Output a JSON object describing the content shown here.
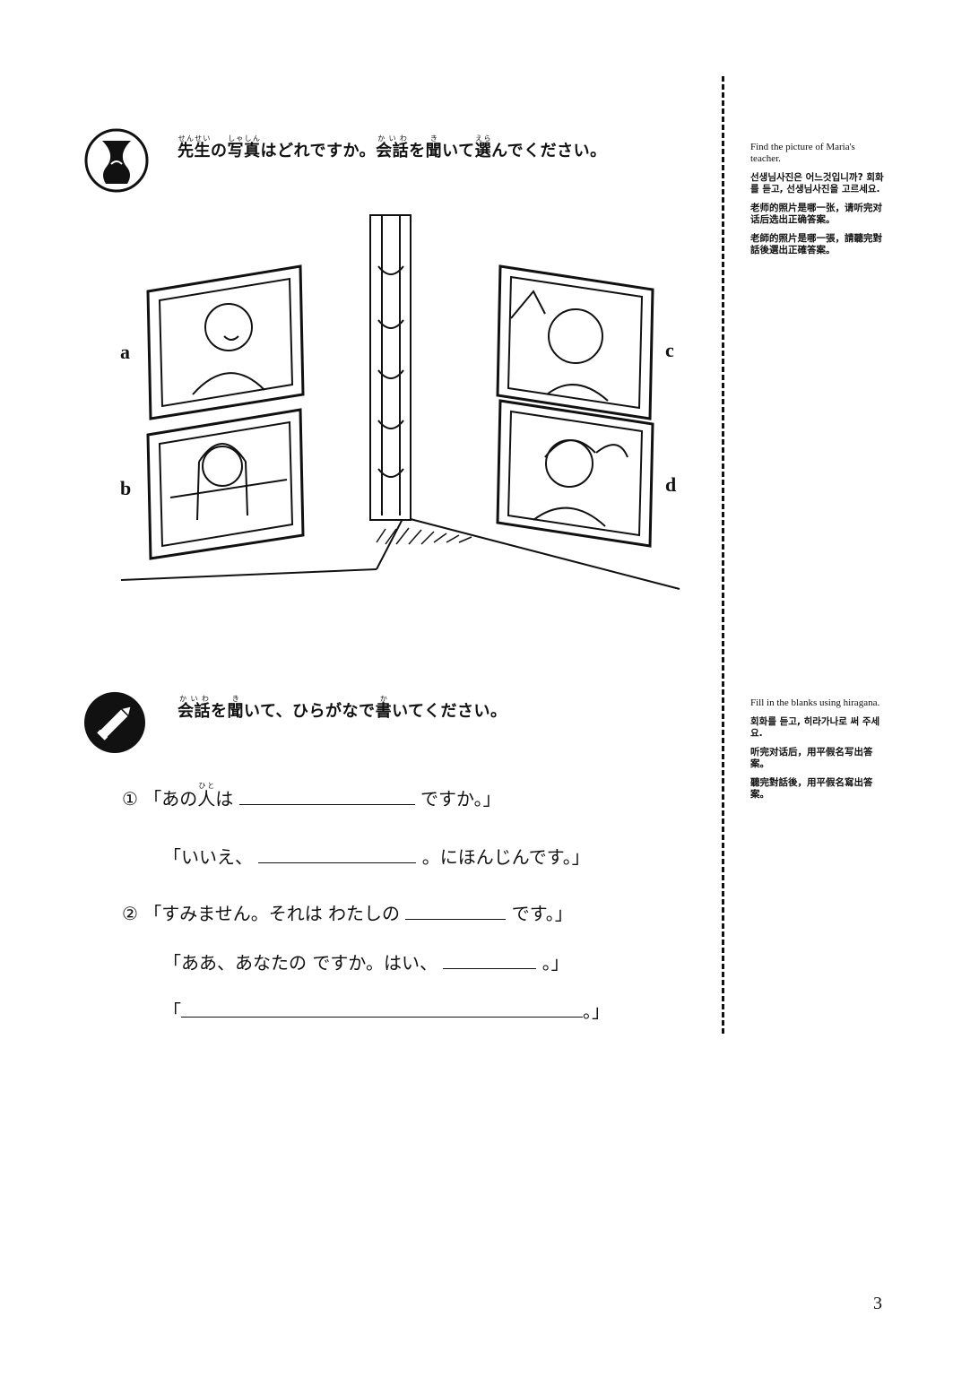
{
  "section1": {
    "instruction": [
      {
        "text": "先生",
        "ruby": "せんせい"
      },
      {
        "text": "の"
      },
      {
        "text": "写真",
        "ruby": "しゃしん"
      },
      {
        "text": "はどれですか。"
      },
      {
        "text": "会話",
        "ruby": "かいわ"
      },
      {
        "text": "を"
      },
      {
        "text": "聞",
        "ruby": "き"
      },
      {
        "text": "いて"
      },
      {
        "text": "選",
        "ruby": "えら"
      },
      {
        "text": "んでください。"
      }
    ],
    "labels": [
      "a",
      "b",
      "c",
      "d"
    ],
    "side_notes": {
      "en": "Find the picture of Maria's teacher.",
      "kr": "선생님사진은 어느것입니까? 회화를 듣고, 선생님사진을 고르세요.",
      "zh_s": "老师的照片是哪一张，请听完对话后选出正确答案。",
      "zh_t": "老師的照片是哪一張，請聽完對話後選出正確答案。"
    }
  },
  "section2": {
    "instruction": [
      {
        "text": "会話",
        "ruby": "かいわ"
      },
      {
        "text": "を"
      },
      {
        "text": "聞",
        "ruby": "き"
      },
      {
        "text": "いて、ひらがなで"
      },
      {
        "text": "書",
        "ruby": "か"
      },
      {
        "text": "いてください。"
      }
    ],
    "side_notes": {
      "en": "Fill in the blanks using hiragana.",
      "kr": "회화를 듣고, 히라가나로 써 주세요.",
      "zh_s": "听完对话后，用平假名写出答案。",
      "zh_t": "聽完對話後，用平假名寫出答案。"
    },
    "q1": {
      "number": "①",
      "line1_pre": "「あの",
      "line1_kanji": "人",
      "line1_ruby": "ひと",
      "line1_mid": "は",
      "line1_post": "ですか。」",
      "line2_pre": "「いいえ、",
      "line2_post": "。にほんじんです。」"
    },
    "q2": {
      "number": "②",
      "line1_pre": "「すみません。それは わたしの",
      "line1_post": "です。」",
      "line2_pre": "「ああ、あなたの ですか。はい、",
      "line2_post": "。」",
      "line3_pre": "「",
      "line3_post": "。」"
    }
  },
  "page_number": "3"
}
